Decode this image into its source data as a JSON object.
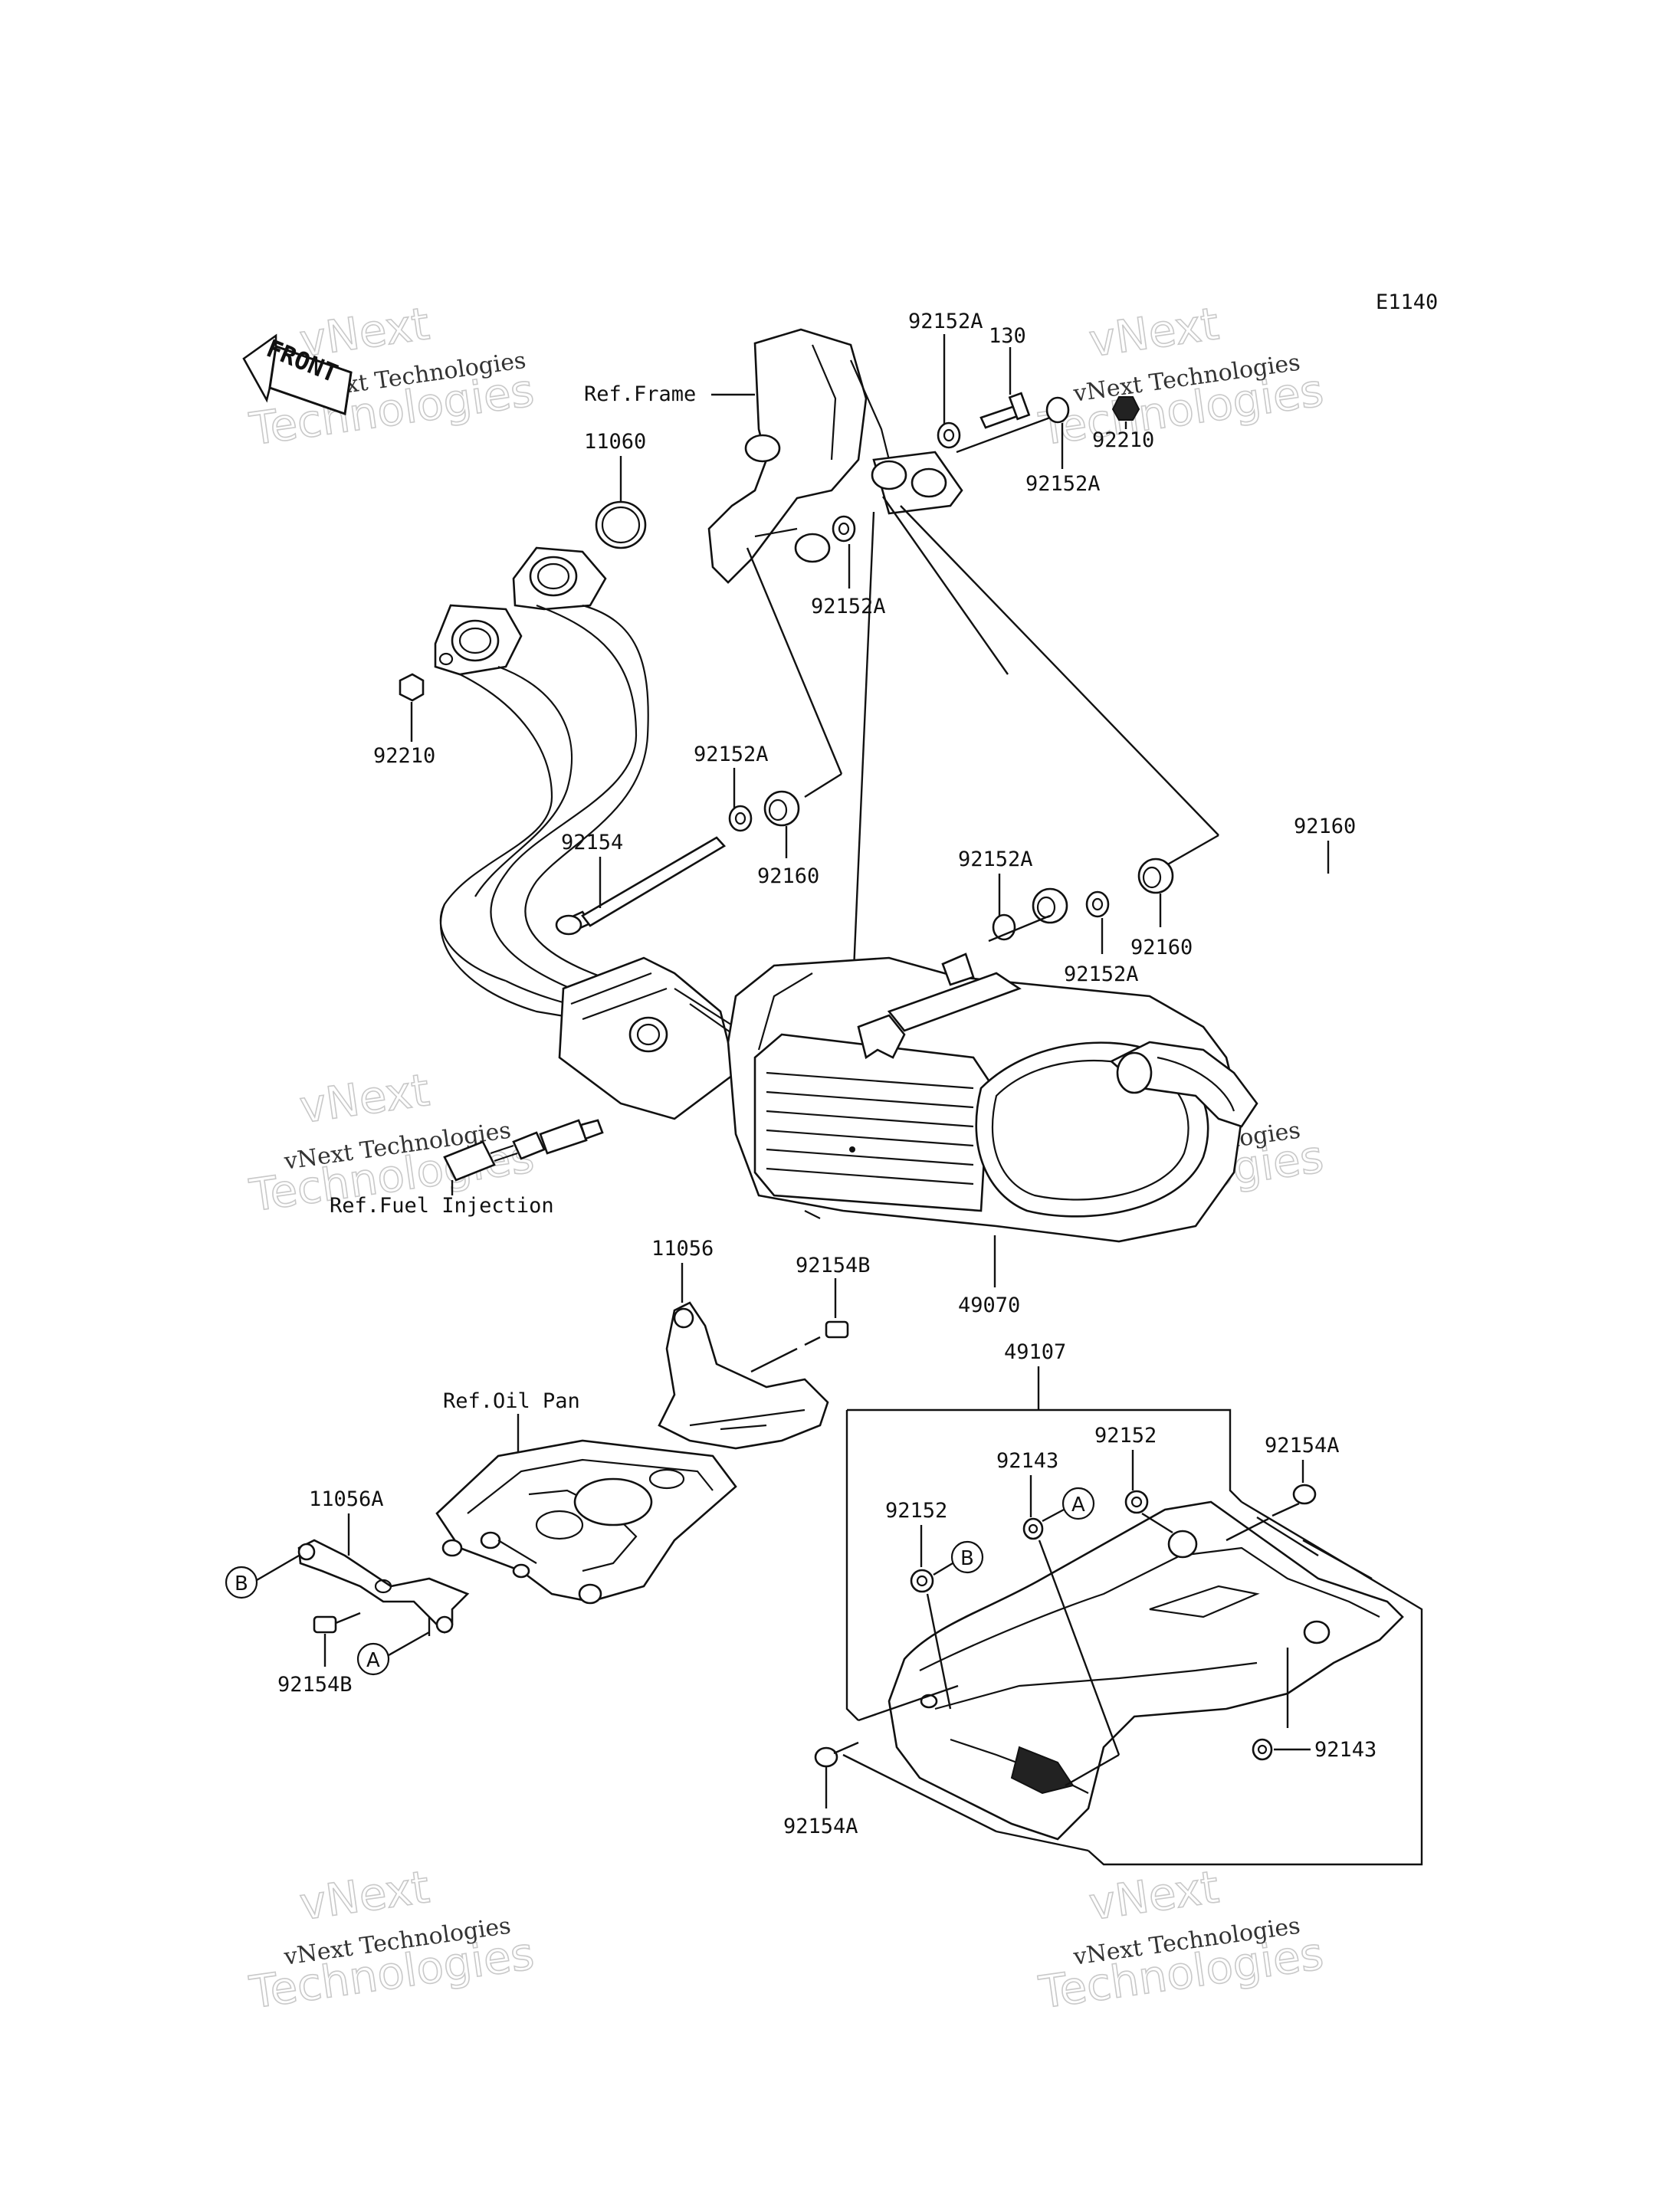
{
  "diagram_code": "E1140",
  "front_label": "FRONT",
  "references": {
    "frame": "Ref.Frame",
    "fuel_injection": "Ref.Fuel Injection",
    "oil_pan": "Ref.Oil Pan"
  },
  "watermark": {
    "line1": "vNext Technologies",
    "line2": "vNext",
    "line3": "Technologies"
  },
  "parts": {
    "p130": "130",
    "p92152A_top_left": "92152A",
    "p92210_top": "92210",
    "p92152A_top_right": "92152A",
    "p92152A_mid": "92152A",
    "p11060": "11060",
    "p92210_left": "92210",
    "p92152A_center": "92152A",
    "p92154": "92154",
    "p92160_center": "92160",
    "p92160_right_top": "92160",
    "p92152A_right": "92152A",
    "p92160_right": "92160",
    "p92152A_right_low": "92152A",
    "p49070": "49070",
    "p11056": "11056",
    "p92154B_top": "92154B",
    "p49107": "49107",
    "p92154A_top": "92154A",
    "p92152_top": "92152",
    "p92143_top": "92143",
    "p92152_left": "92152",
    "p11056A": "11056A",
    "p92154B_bottom": "92154B",
    "p92143_right": "92143",
    "p92154A_bottom": "92154A"
  },
  "markers": {
    "A1": "A",
    "B1": "B",
    "A2": "A",
    "B2": "B"
  }
}
